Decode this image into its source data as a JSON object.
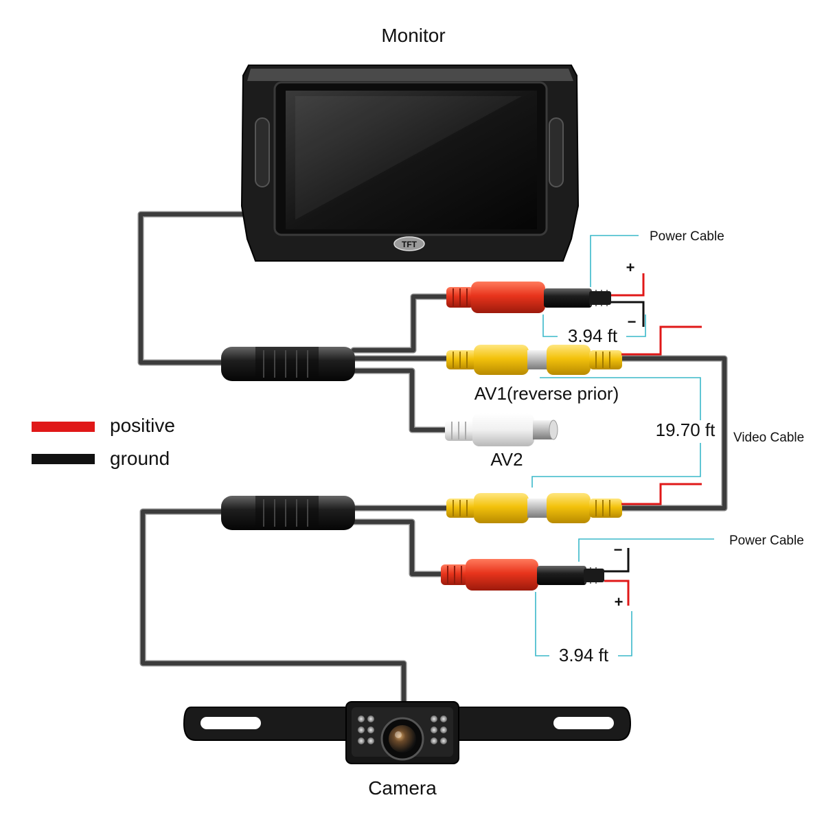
{
  "labels": {
    "monitor": "Monitor",
    "camera": "Camera",
    "power_cable_top": "Power Cable",
    "power_cable_bottom": "Power Cable",
    "video_cable": "Video Cable",
    "av1": "AV1(reverse prior)",
    "av2": "AV2",
    "length_top": "3.94 ft",
    "length_video": "19.70 ft",
    "length_bottom": "3.94 ft",
    "screen_badge": "TFT",
    "plus_top": "+",
    "minus_top": "−",
    "minus_bottom": "−",
    "plus_bottom": "+"
  },
  "legend": [
    {
      "label": "positive",
      "color": "#e01818"
    },
    {
      "label": "ground",
      "color": "#111111"
    }
  ],
  "colors": {
    "positive": "#e01818",
    "ground": "#111111",
    "rca_red": "#e8341c",
    "rca_yellow": "#f3c20c",
    "rca_white": "#f2f2f2",
    "dimension_line": "#39b8c9"
  }
}
